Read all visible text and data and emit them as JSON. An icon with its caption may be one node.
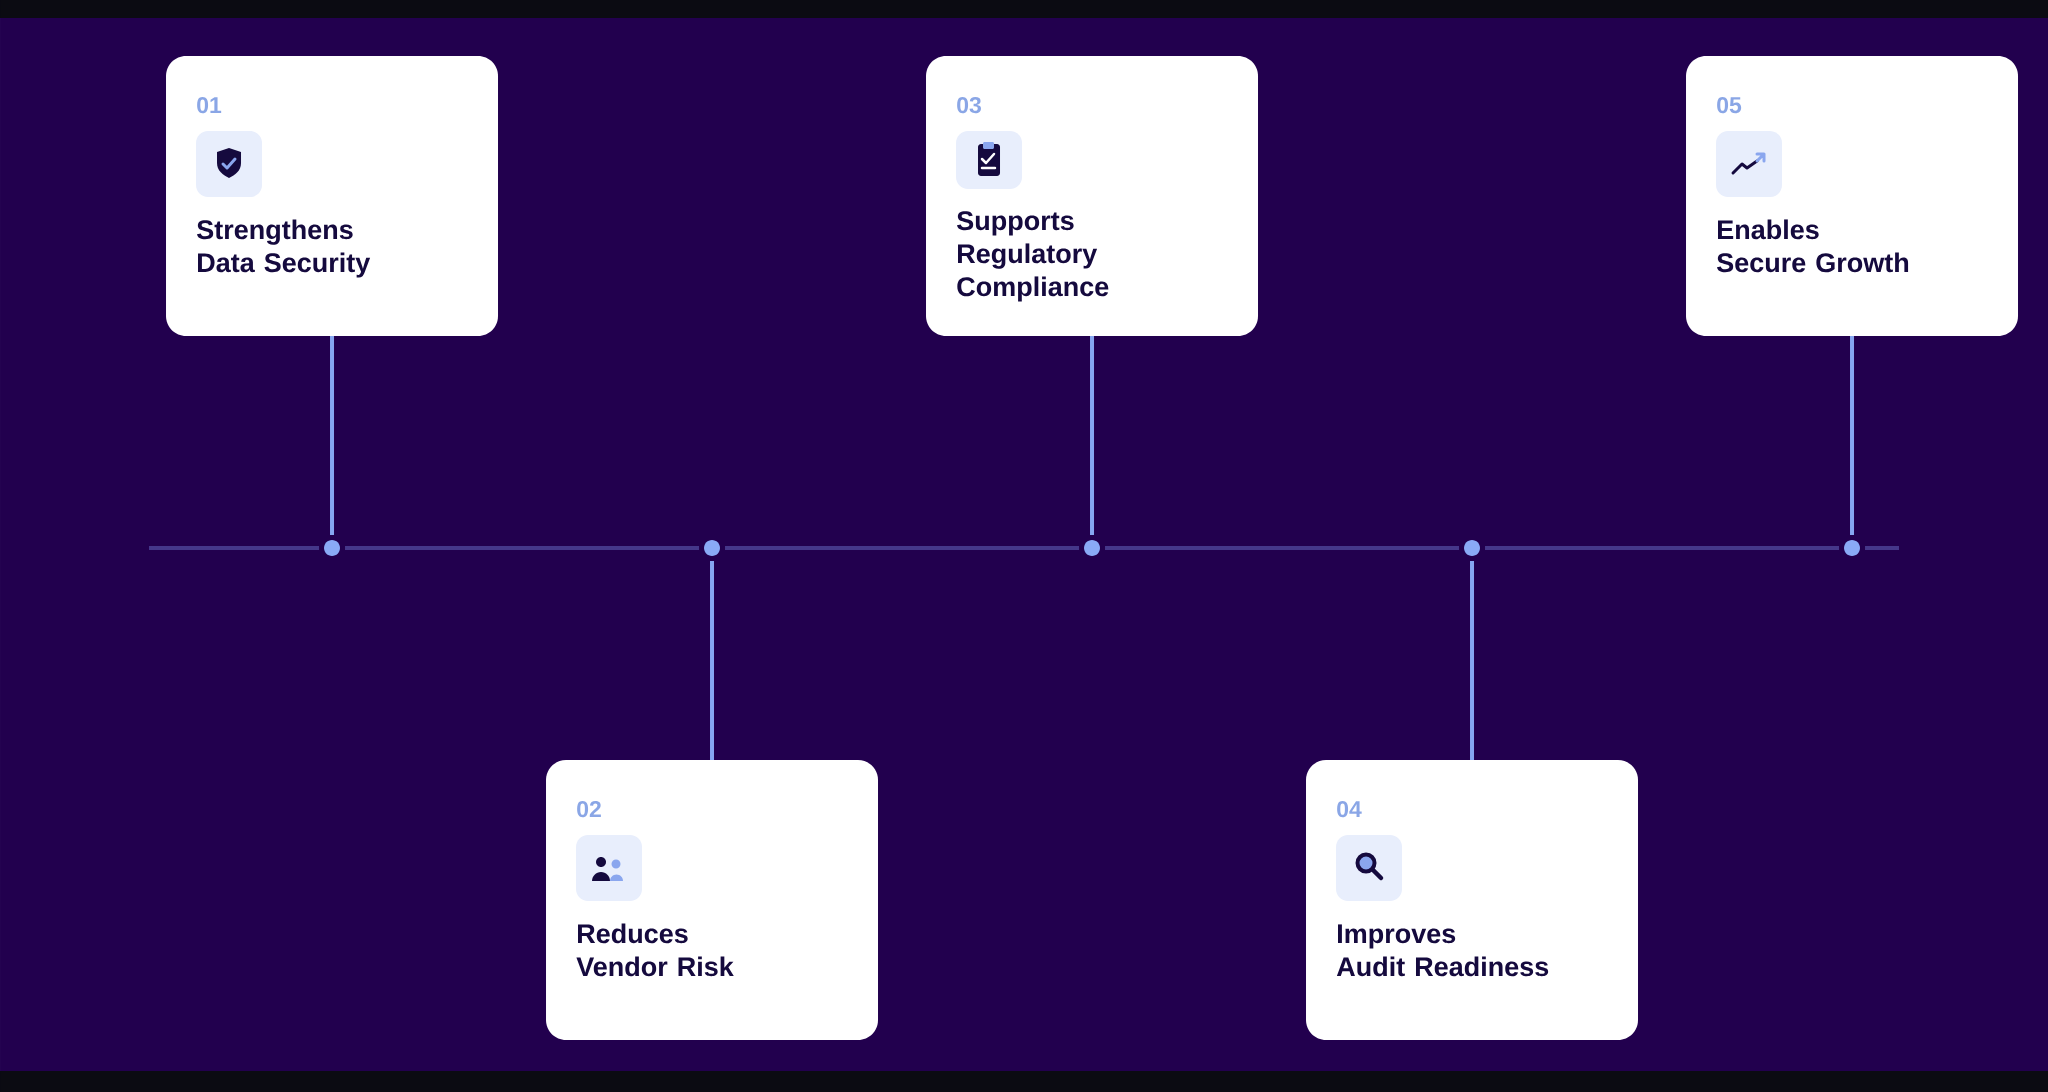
{
  "diagram": {
    "nodes": [
      {
        "text": [
          "01",
          "Strengthens Data Security"
        ]
      },
      {
        "text": [
          "02",
          "Reduces Vendor Risk"
        ]
      },
      {
        "text": [
          "03",
          "Supports Regulatory Compliance"
        ]
      },
      {
        "text": [
          "04",
          "Improves Audit Readiness"
        ]
      },
      {
        "text": [
          "05",
          "Enables Secure Growth"
        ]
      },
      {
        "text": [],
        "shape": "circle"
      },
      {
        "text": [],
        "shape": "circle"
      },
      {
        "text": [],
        "shape": "circle"
      },
      {
        "text": [],
        "shape": "circle"
      },
      {
        "text": [],
        "shape": "circle"
      }
    ],
    "edges": [
      {
        "from": 0,
        "to": 5,
        "arrow": "none",
        "color": "#86a6f1"
      },
      {
        "from": 1,
        "to": 6,
        "arrow": "none",
        "color": "#86a6f1"
      },
      {
        "from": 2,
        "to": 7,
        "arrow": "none",
        "color": "#86a6f1"
      },
      {
        "from": 3,
        "to": 8,
        "arrow": "none",
        "color": "#86a6f1"
      },
      {
        "from": 4,
        "to": 9,
        "arrow": "none",
        "color": "#86a6f1"
      },
      {
        "from": null,
        "to": 5,
        "arrow": "none"
      },
      {
        "from": 5,
        "to": 6,
        "arrow": "none"
      },
      {
        "from": 6,
        "to": 7,
        "arrow": "none"
      },
      {
        "from": 7,
        "to": 8,
        "arrow": "none"
      },
      {
        "from": 8,
        "to": 9,
        "arrow": "none"
      },
      {
        "from": 9,
        "to": null,
        "arrow": "none"
      }
    ]
  }
}
